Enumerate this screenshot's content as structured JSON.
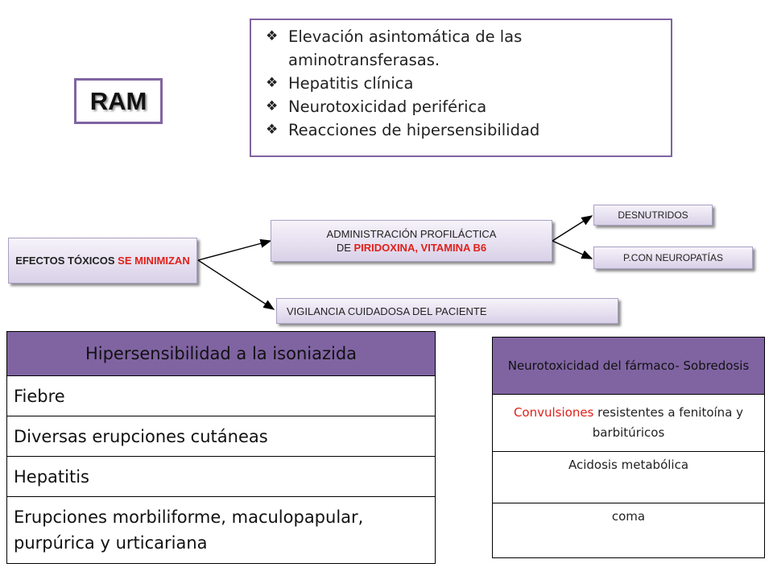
{
  "ram_label": "RAM",
  "ram_list": [
    "Elevación asintomática de las aminotransferasas.",
    "Hepatitis clínica",
    "Neurotoxicidad periférica",
    "Reacciones de hipersensibilidad"
  ],
  "flow": {
    "efectos": {
      "part1": "EFECTOS TÓXICOS ",
      "part2": "SE MINIMIZAN"
    },
    "admin": {
      "line1": "ADMINISTRACIÓN PROFILÁCTICA",
      "line2_prefix": "DE ",
      "line2_red": "PIRIDOXINA, VITAMINA B6"
    },
    "desnutridos": "DESNUTRIDOS",
    "pcon": "P.CON NEUROPATÍAS",
    "vigilancia": "VIGILANCIA CUIDADOSA DEL PACIENTE"
  },
  "hyp_table": {
    "header": "Hipersensibilidad a la isoniazida",
    "rows": [
      "Fiebre",
      "Diversas erupciones cutáneas",
      "Hepatitis",
      "Erupciones morbiliforme, maculopapular, purpúrica y urticariana"
    ]
  },
  "neuro_table": {
    "header": "Neurotoxicidad del fármaco- Sobredosis",
    "row1_red": "Convulsiones",
    "row1_rest": " resistentes a fenitoína y barbitúricos",
    "row2": "Acidosis metabólica",
    "row3": "coma"
  },
  "colors": {
    "accent_purple": "#8064a2",
    "red_text": "#e0201a",
    "box_gradient_top": "#f6f3fa",
    "box_gradient_bottom": "#d9d1e8"
  },
  "icons": {
    "bullet": "diamond-bullet-icon"
  }
}
